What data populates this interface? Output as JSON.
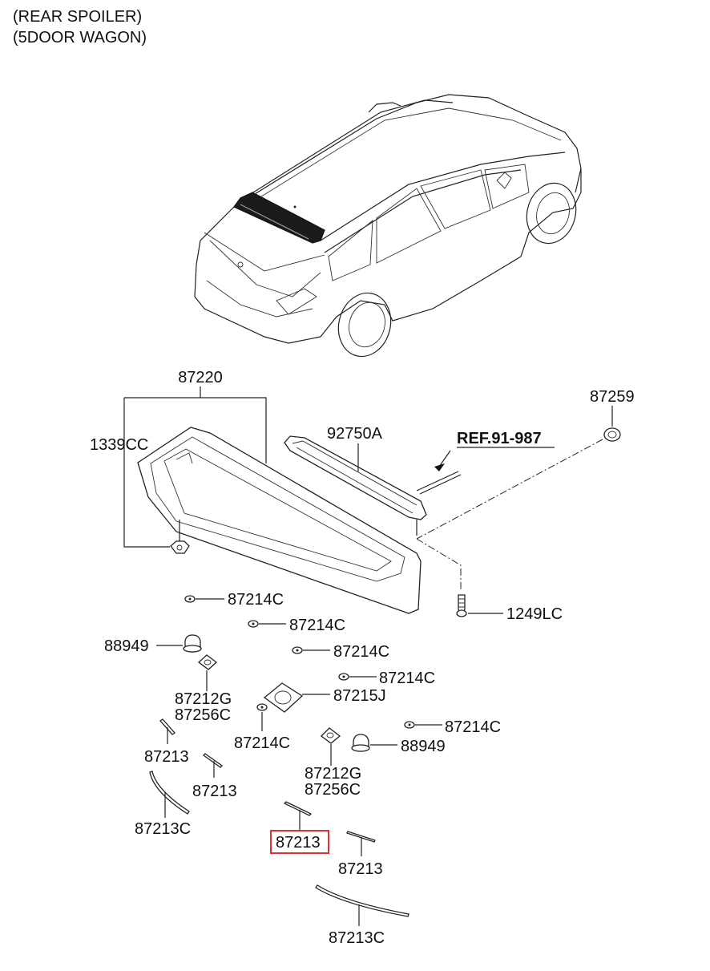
{
  "header": {
    "line1": "(REAR SPOILER)",
    "line2": "(5DOOR WAGON)"
  },
  "reference": "REF.91-987",
  "highlight_color": "#e03030",
  "labels": {
    "spoiler": "87220",
    "nut": "1339CC",
    "stop_lamp": "92750A",
    "grommet": "87259",
    "screw": "1249LC",
    "clip1": "87214C",
    "clip2": "87214C",
    "clip3": "87214C",
    "clip4": "87214C",
    "clip5": "87214C",
    "clip6": "87214C",
    "bumper_left": "88949",
    "bumper_right": "88949",
    "pad_left_a": "87212G",
    "pad_left_b": "87256C",
    "pad_mid_a": "87212G",
    "pad_mid_b": "87256C",
    "gasket": "87215J",
    "tape1": "87213",
    "tape2": "87213",
    "tape_highlight": "87213",
    "tape4": "87213",
    "seal_left": "87213C",
    "seal_bottom": "87213C"
  }
}
